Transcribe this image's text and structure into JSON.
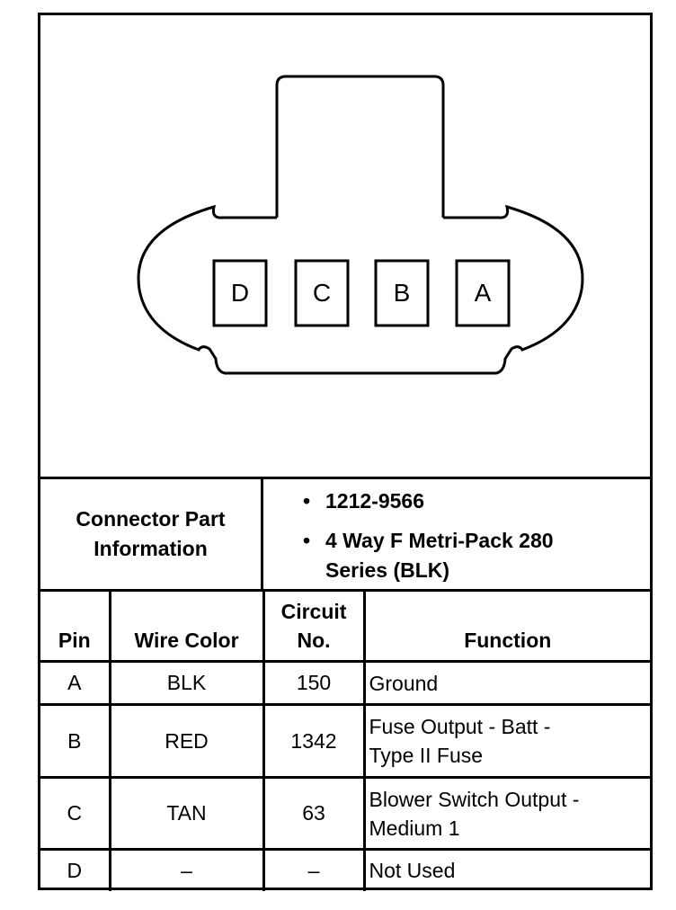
{
  "connector": {
    "pins": [
      "D",
      "C",
      "B",
      "A"
    ]
  },
  "part_info": {
    "label_line1": "Connector Part",
    "label_line2": "Information",
    "bullet": "•",
    "item1": "1212-9566",
    "item2_line1": "4 Way F Metri-Pack 280",
    "item2_line2": "Series (BLK)"
  },
  "table": {
    "headers": {
      "pin": "Pin",
      "wire_color": "Wire Color",
      "circuit_line1": "Circuit",
      "circuit_line2": "No.",
      "function": "Function"
    },
    "rows": [
      {
        "pin": "A",
        "wire_color": "BLK",
        "circuit": "150",
        "function_line1": "Ground",
        "function_line2": ""
      },
      {
        "pin": "B",
        "wire_color": "RED",
        "circuit": "1342",
        "function_line1": "Fuse Output - Batt -",
        "function_line2": "Type II Fuse"
      },
      {
        "pin": "C",
        "wire_color": "TAN",
        "circuit": "63",
        "function_line1": "Blower Switch Output -",
        "function_line2": "Medium 1"
      },
      {
        "pin": "D",
        "wire_color": "–",
        "circuit": "–",
        "function_line1": "Not Used",
        "function_line2": ""
      }
    ]
  }
}
